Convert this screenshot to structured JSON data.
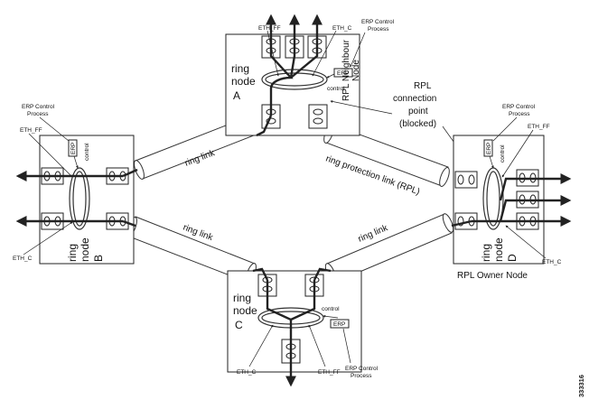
{
  "nodes": {
    "a": {
      "line1": "ring",
      "line2": "node",
      "line3": "A"
    },
    "b": {
      "line1": "ring",
      "line2": "node",
      "line3": "B"
    },
    "c": {
      "line1": "ring",
      "line2": "node",
      "line3": "C"
    },
    "d": {
      "line1": "ring",
      "line2": "node",
      "line3": "D"
    }
  },
  "labels": {
    "eth_ff": "ETH_FF",
    "eth_c": "ETH_C",
    "erp": "ERP",
    "control": "control",
    "erp_control_process_l1": "ERP Control",
    "erp_control_process_l2": "Process",
    "rpl_neighbour_l1": "RPL Neighbour",
    "rpl_neighbour_l2": "Node",
    "rpl_point_l1": "RPL",
    "rpl_point_l2": "connection",
    "rpl_point_l3": "point",
    "rpl_point_l4": "(blocked)",
    "ring_link": "ring link",
    "ring_protection_link": "ring protection link (RPL)",
    "rpl_owner_node": "RPL Owner Node",
    "figure_id": "333316"
  }
}
